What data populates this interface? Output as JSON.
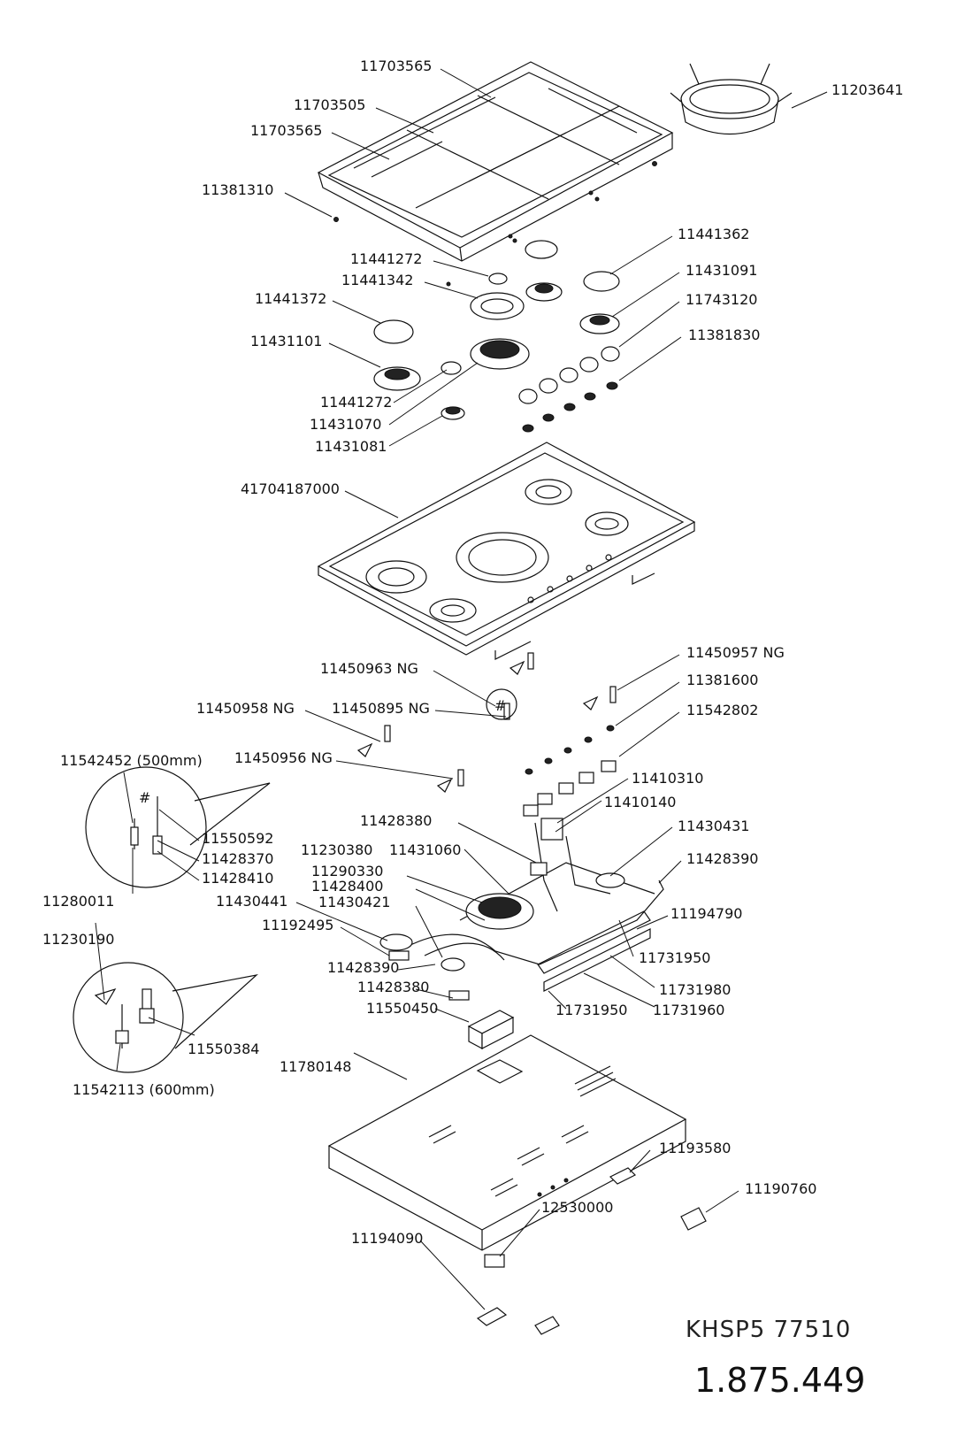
{
  "model": "KHSP5  77510",
  "document_number": "1.875.449",
  "parts": [
    {
      "id": "p01",
      "label": "11703565"
    },
    {
      "id": "p02",
      "label": "11203641"
    },
    {
      "id": "p03",
      "label": "11703505"
    },
    {
      "id": "p04",
      "label": "11703565"
    },
    {
      "id": "p05",
      "label": "11381310"
    },
    {
      "id": "p06",
      "label": "11441362"
    },
    {
      "id": "p07",
      "label": "11441272"
    },
    {
      "id": "p08",
      "label": "11441342"
    },
    {
      "id": "p09",
      "label": "11431091"
    },
    {
      "id": "p10",
      "label": "11441372"
    },
    {
      "id": "p11",
      "label": "11743120"
    },
    {
      "id": "p12",
      "label": "11431101"
    },
    {
      "id": "p13",
      "label": "11381830"
    },
    {
      "id": "p14",
      "label": "11441272"
    },
    {
      "id": "p15",
      "label": "11431070"
    },
    {
      "id": "p16",
      "label": "11431081"
    },
    {
      "id": "p17",
      "label": "41704187000"
    },
    {
      "id": "p18",
      "label": "11450957  NG"
    },
    {
      "id": "p19",
      "label": "11450963  NG"
    },
    {
      "id": "p20",
      "label": "11381600"
    },
    {
      "id": "p21",
      "label": "11450958  NG"
    },
    {
      "id": "p22",
      "label": "11450895  NG"
    },
    {
      "id": "p23",
      "label": "11542802"
    },
    {
      "id": "p24",
      "label": "11542452  (500mm)"
    },
    {
      "id": "p25",
      "label": "11450956  NG"
    },
    {
      "id": "p26",
      "label": "11410310"
    },
    {
      "id": "p27",
      "label": "11410140"
    },
    {
      "id": "p28",
      "label": "11428380"
    },
    {
      "id": "p29",
      "label": "11430431"
    },
    {
      "id": "p30",
      "label": "11550592"
    },
    {
      "id": "p31",
      "label": "11230380"
    },
    {
      "id": "p32",
      "label": "11431060"
    },
    {
      "id": "p33",
      "label": "11428390"
    },
    {
      "id": "p34",
      "label": "11428370"
    },
    {
      "id": "p35",
      "label": "11290330"
    },
    {
      "id": "p36",
      "label": "11428400"
    },
    {
      "id": "p37",
      "label": "11428410"
    },
    {
      "id": "p38",
      "label": "11280011"
    },
    {
      "id": "p39",
      "label": "11430441"
    },
    {
      "id": "p40",
      "label": "11430421"
    },
    {
      "id": "p41",
      "label": "11194790"
    },
    {
      "id": "p42",
      "label": "11192495"
    },
    {
      "id": "p43",
      "label": "11230190"
    },
    {
      "id": "p44",
      "label": "11731950"
    },
    {
      "id": "p45",
      "label": "11428390"
    },
    {
      "id": "p46",
      "label": "11428380"
    },
    {
      "id": "p47",
      "label": "11731980"
    },
    {
      "id": "p48",
      "label": "11550450"
    },
    {
      "id": "p49",
      "label": "11731950"
    },
    {
      "id": "p50",
      "label": "11731960"
    },
    {
      "id": "p51",
      "label": "11550384"
    },
    {
      "id": "p52",
      "label": "11780148"
    },
    {
      "id": "p53",
      "label": "11542113  (600mm)"
    },
    {
      "id": "p54",
      "label": "11193580"
    },
    {
      "id": "p55",
      "label": "11190760"
    },
    {
      "id": "p56",
      "label": "12530000"
    },
    {
      "id": "p57",
      "label": "11194090"
    }
  ],
  "detail_marks": [
    "#",
    "#"
  ]
}
